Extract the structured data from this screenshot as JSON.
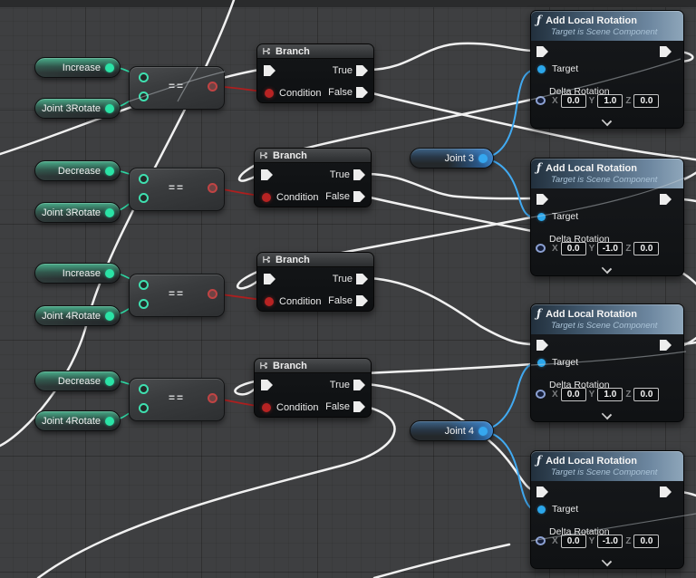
{
  "graph": {
    "pill_nodes": [
      {
        "label": "Increase"
      },
      {
        "label": "Joint 3Rotate"
      },
      {
        "label": "Decrease"
      },
      {
        "label": "Joint 3Rotate"
      },
      {
        "label": "Increase"
      },
      {
        "label": "Joint 4Rotate"
      },
      {
        "label": "Decrease"
      },
      {
        "label": "Joint 4Rotate"
      }
    ],
    "compare_nodes": [
      {
        "operator": "=="
      },
      {
        "operator": "=="
      },
      {
        "operator": "=="
      },
      {
        "operator": "=="
      }
    ],
    "branch_nodes": [
      {
        "title": "Branch",
        "true_label": "True",
        "false_label": "False",
        "condition_label": "Condition"
      },
      {
        "title": "Branch",
        "true_label": "True",
        "false_label": "False",
        "condition_label": "Condition"
      },
      {
        "title": "Branch",
        "true_label": "True",
        "false_label": "False",
        "condition_label": "Condition"
      },
      {
        "title": "Branch",
        "true_label": "True",
        "false_label": "False",
        "condition_label": "Condition"
      }
    ],
    "variable_nodes": [
      {
        "label": "Joint 3"
      },
      {
        "label": "Joint 4"
      }
    ],
    "rotation_nodes": [
      {
        "title": "Add Local Rotation",
        "subtitle": "Target is Scene Component",
        "target_label": "Target",
        "delta_label": "Delta Rotation",
        "x": "0.0",
        "y": "1.0",
        "z": "0.0"
      },
      {
        "title": "Add Local Rotation",
        "subtitle": "Target is Scene Component",
        "target_label": "Target",
        "delta_label": "Delta Rotation",
        "x": "0.0",
        "y": "-1.0",
        "z": "0.0"
      },
      {
        "title": "Add Local Rotation",
        "subtitle": "Target is Scene Component",
        "target_label": "Target",
        "delta_label": "Delta Rotation",
        "x": "0.0",
        "y": "1.0",
        "z": "0.0"
      },
      {
        "title": "Add Local Rotation",
        "subtitle": "Target is Scene Component",
        "target_label": "Target",
        "delta_label": "Delta Rotation",
        "x": "0.0",
        "y": "-1.0",
        "z": "0.0"
      }
    ],
    "axis_labels": {
      "x": "X",
      "y": "Y",
      "z": "Z"
    }
  },
  "icons": {
    "function": "ƒ"
  },
  "colors": {
    "exec_wire": "#f1f1f1",
    "green_wire": "#2fd9a5",
    "red_wire": "#ad1f1f",
    "blue_wire": "#41aaf2",
    "pill_pin_green": "#2be3a6",
    "object_pin_blue": "#35a7ef",
    "condition_pin_red": "#b82323",
    "header_steel_blue": "#6d87a0"
  }
}
